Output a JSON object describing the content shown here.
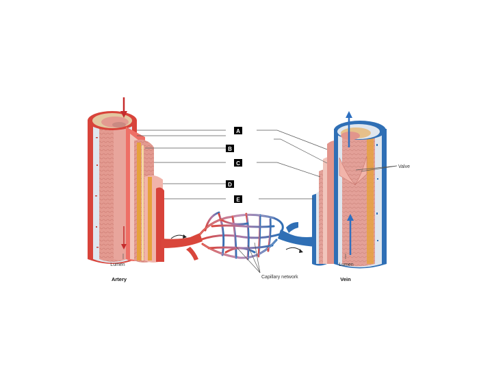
{
  "labels": {
    "artery": "Artery",
    "vein": "Vein",
    "lumen_artery": "Lumen",
    "lumen_vein": "Lumen",
    "capillary": "Capillary network",
    "valve": "Valve"
  },
  "keys": [
    "A",
    "B",
    "C",
    "D",
    "E"
  ],
  "colors": {
    "artery_outer": "#d8433a",
    "tunica_pink": "#e2958c",
    "tunica_light": "#f1c5bc",
    "intima": "#f4d9a3",
    "elastic": "#e6a23c",
    "vein_outer": "#2f6fb5",
    "flow_arrow_red": "#c62c2c",
    "flow_arrow_blue": "#2d6fc0",
    "leader": "#555555"
  }
}
